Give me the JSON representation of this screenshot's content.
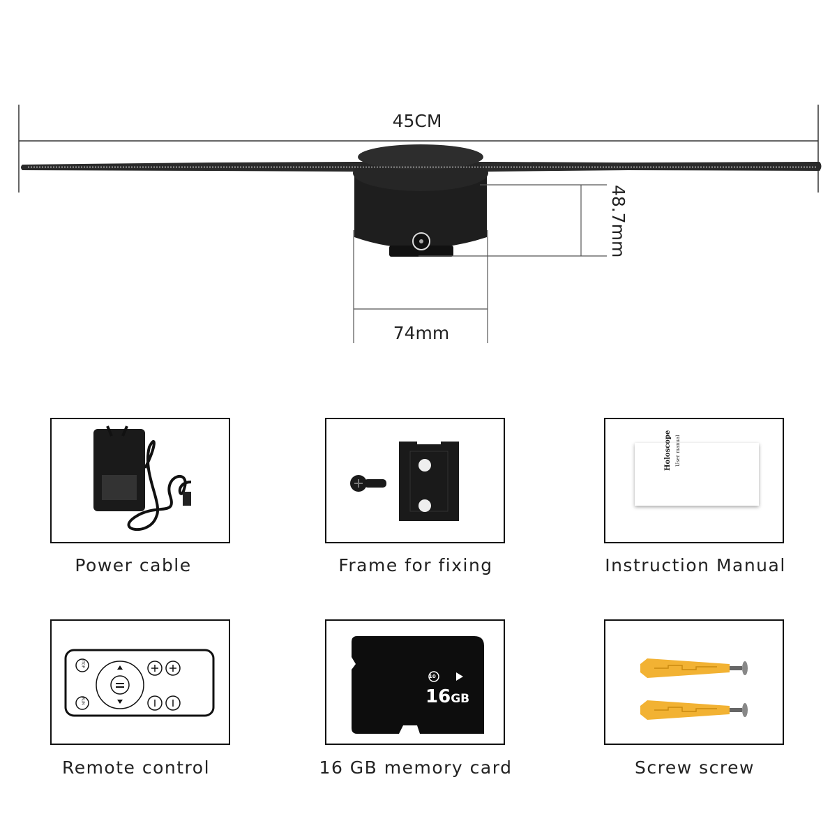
{
  "dimensions": {
    "length": "45CM",
    "height": "48.7mm",
    "diameter": "74mm"
  },
  "accessories": [
    {
      "label": "Power cable"
    },
    {
      "label": "Frame for fixing"
    },
    {
      "label": "Instruction Manual",
      "manual_title": "Holoscope",
      "manual_subtitle": "User manual"
    },
    {
      "label": "Remote control",
      "stop": "STOP",
      "run": "RUN"
    },
    {
      "label": "16 GB memory card",
      "speed_class": "10",
      "capacity": "16",
      "unit": "GB"
    },
    {
      "label": "Screw screw"
    }
  ],
  "colors": {
    "device": "#1c1c1c",
    "anchor": "#f2b233",
    "line": "#333333"
  }
}
